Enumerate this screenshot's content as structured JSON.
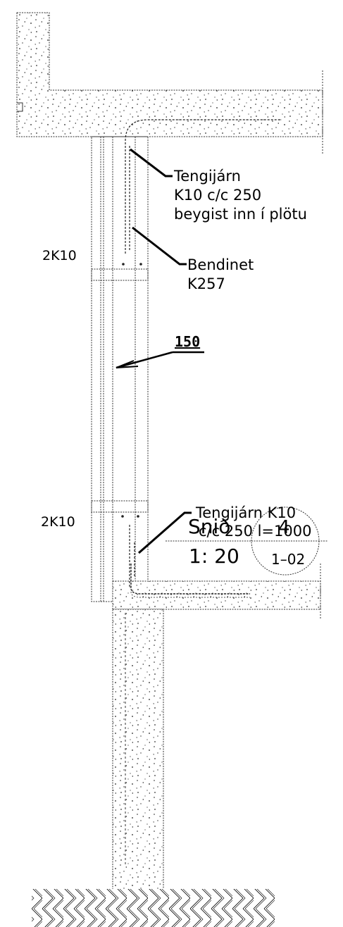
{
  "labels": {
    "connector_top": [
      "Tengijárn",
      "K10 c/c 250",
      "beygist inn í plötu"
    ],
    "mesh": [
      "Bendinet",
      "K257"
    ],
    "dimension": "150",
    "rebar_upper": "2K10",
    "rebar_lower": "2K10",
    "connector_bottom": [
      "Tengijárn K10",
      "c/c 250 l=1000"
    ]
  },
  "section_mark": {
    "title": "Snið",
    "scale": "1: 20",
    "number": "4",
    "sheet": "1–02"
  },
  "colors": {
    "ink": "#000000",
    "background": "#ffffff"
  }
}
